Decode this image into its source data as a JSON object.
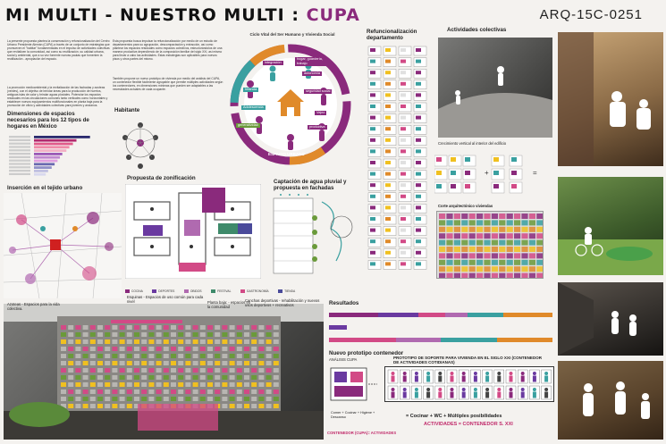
{
  "header": {
    "title_main": "MI MULTI - NUESTRO MULTI :",
    "title_accent": "CUPA",
    "code": "ARQ-15C-0251"
  },
  "intro": {
    "col1_a": "La presente propuesta plantea la conservación y refuncionalización del Centro Urbano Presidente Alemán (CUPA) a través de un conjunto de estrategias que promueven el \"habitar\" fundamentadas en el impulso de actividades colectivas que revitalicen la comunidad, así como su reutilización, su calidad urbana, social y ambiental, que a su vez fomente nuevas pautas que fomenten la reutilización - apropiación del espacio.",
    "col1_b": "La promoción medioambiental y la revitalización de las fachadas y azoteas (verdes), con el objetivo de brindar áreas para la producción de huertos, antiguas islas de calor y brindar aguas pluviales. Potenciar los espacios residuales en las circulaciones comunes tanto verticales como horizontales y establecer nuevos equipamientos multifuncionales en planta baja para la promoción de oficio y actividades colectivas para jóvenes y ancianos.",
    "col2_a": "Esta propuesta busca impulsar la refuncionalización por medio de un estudio de departamentos para su agrupación, descompactación y extracción, así como plantear los espacios residuales como espacios colectivos, estructurándolos de una manera productiva dependiendo de la composición familiar del siglo XXI, así mismo para llevar a cabo las actividades. Estas estrategias son aplicables para nuevos pisos y otros partes del mismo.",
    "col2_b": "También propone un nuevo prototipo de vivienda por medio del análisis del CUPA, un contenedor flexible fácilmente agrupable que permite múltiples actividades según los contenedores, en dimensiones mínimas que pueden ser adaptables a las necesidades actuales de cada ocupante."
  },
  "ciclo": {
    "title": "Ciclo Vital del Ser Humano y Vivienda Social",
    "labels": [
      "integración",
      "hogar, guardería, trabajo",
      "autonomía",
      "seguridad social",
      "Infancia",
      "Adolescencia",
      "Vejez",
      "productiva",
      "generatividad",
      "ESPACIO URBANO"
    ]
  },
  "dimensiones": {
    "title": "Dimensiones de espacios necesarios para los 12 tipos de hogares en México",
    "values": [
      0.95,
      0.72,
      0.66,
      0.6,
      0.55,
      0.48,
      0.44,
      0.4,
      0.35,
      0.3,
      0.24,
      0.2
    ],
    "colors": [
      "#2a2a6e",
      "#b22a6e",
      "#e05a8a",
      "#f08aa8",
      "#f2b1c6",
      "#9b59b6",
      "#c088d0",
      "#e0a0e0",
      "#6a6ab0",
      "#9090c8",
      "#c0c0e0",
      "#d8d8ee"
    ]
  },
  "habitante": {
    "title": "Habitante"
  },
  "insercion": {
    "title": "Inserción en el tejido urbano"
  },
  "zonificacion": {
    "title": "Propuesta de zonificación",
    "legend": [
      {
        "label": "COCINA",
        "color": "#8a2a7c"
      },
      {
        "label": "DEPORTES",
        "color": "#6a3aa0"
      },
      {
        "label": "OBIDOS",
        "color": "#b06ab0"
      },
      {
        "label": "FESTIVAL",
        "color": "#3e8a6a"
      },
      {
        "label": "GASTRONOMÍA",
        "color": "#d24a86"
      },
      {
        "label": "TIENDA",
        "color": "#4a4a9a"
      }
    ]
  },
  "captacion": {
    "title": "Captación de agua pluvial y propuesta en fachadas"
  },
  "refun": {
    "title": "Refuncionalización departamento"
  },
  "actividades": {
    "title": "Actividades colectivas"
  },
  "crecimiento": {
    "title": "Crecimiento vertical al interior del edificio"
  },
  "corte": {
    "title": "Corte arquitectónico viviendas"
  },
  "resultados": {
    "title": "Resultados",
    "rows": [
      {
        "values": [
          0.22,
          0.18,
          0.12,
          0.1,
          0.16,
          0.22
        ]
      },
      {
        "values": [
          0.08
        ]
      },
      {
        "values": [
          0.3,
          0.2,
          0.25,
          0.25
        ]
      }
    ]
  },
  "anotaciones": {
    "azoteas": "Azoteas - Espacios para la vida colectiva.",
    "esquinas": "Esquinas - Espacios de uso común para cada nivel",
    "planta": "Planta baja: - espacios en la comunidad",
    "canchas": "Canchas deportivas - rehabilitación y nuevos usos deportivos + recreativos"
  },
  "prototipo": {
    "title": "Nuevo prototipo contenedor",
    "analisis": "ANÁLISIS CUPA",
    "soporte": "PROTOTIPO DE SOPORTE PARA VIVIENDA EN EL SIGLO XXI (CONTENEDOR DE ACTIVIDADES COTIDIANAS)",
    "formula_left": "Comer + Cocinar + Higiene + Descanso",
    "eq_left": "CONTENEDOR (CUPA)= ACTIVIDADES",
    "formula_right": "= Cocinar + WC + Múltiples posibilidades",
    "eq_right": "ACTIVIDADES = CONTENEDOR S. XXI"
  },
  "colors": {
    "magenta": "#8a2a7c",
    "pink": "#d24a86",
    "purple": "#6a3aa0",
    "teal": "#3aa0a0",
    "orange": "#e08a2a",
    "red": "#d02020"
  }
}
